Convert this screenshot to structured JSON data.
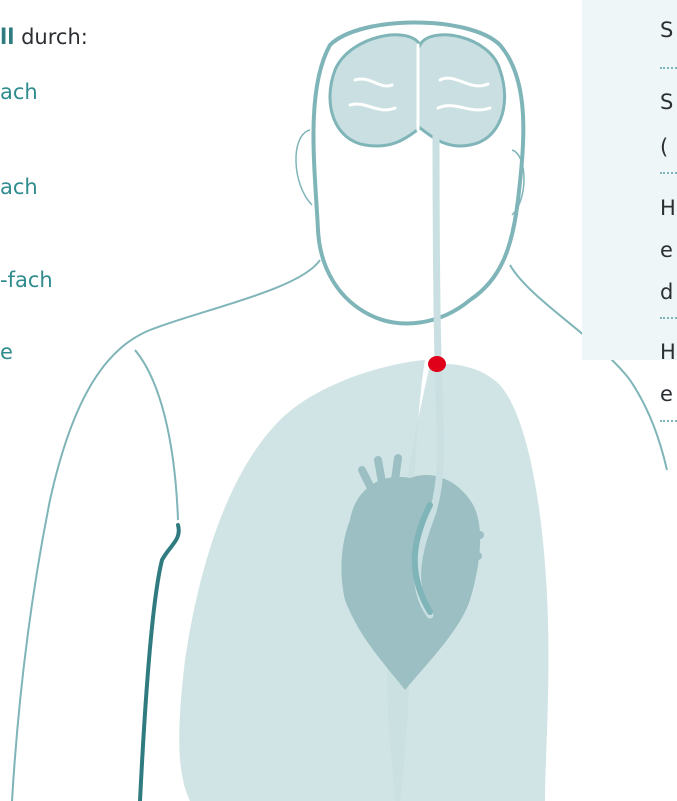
{
  "heading": {
    "accent": "ll",
    "rest": " durch:"
  },
  "factors": [
    "ach",
    "ach",
    "-fach",
    "e"
  ],
  "side_panel": {
    "rows": [
      {
        "lines": [
          "S"
        ]
      },
      {
        "lines": [
          "S",
          "("
        ]
      },
      {
        "lines": [
          "H",
          "e",
          "d"
        ]
      },
      {
        "lines": [
          "H",
          "e"
        ]
      }
    ]
  },
  "colors": {
    "accent": "#2f7b7f",
    "outline": "#7fb5b8",
    "organ_fill": "#c9dfe1",
    "heart_fill": "#9bbfc3",
    "blood_clot": "#e0001a",
    "panel_bg": "#eef6f7"
  }
}
